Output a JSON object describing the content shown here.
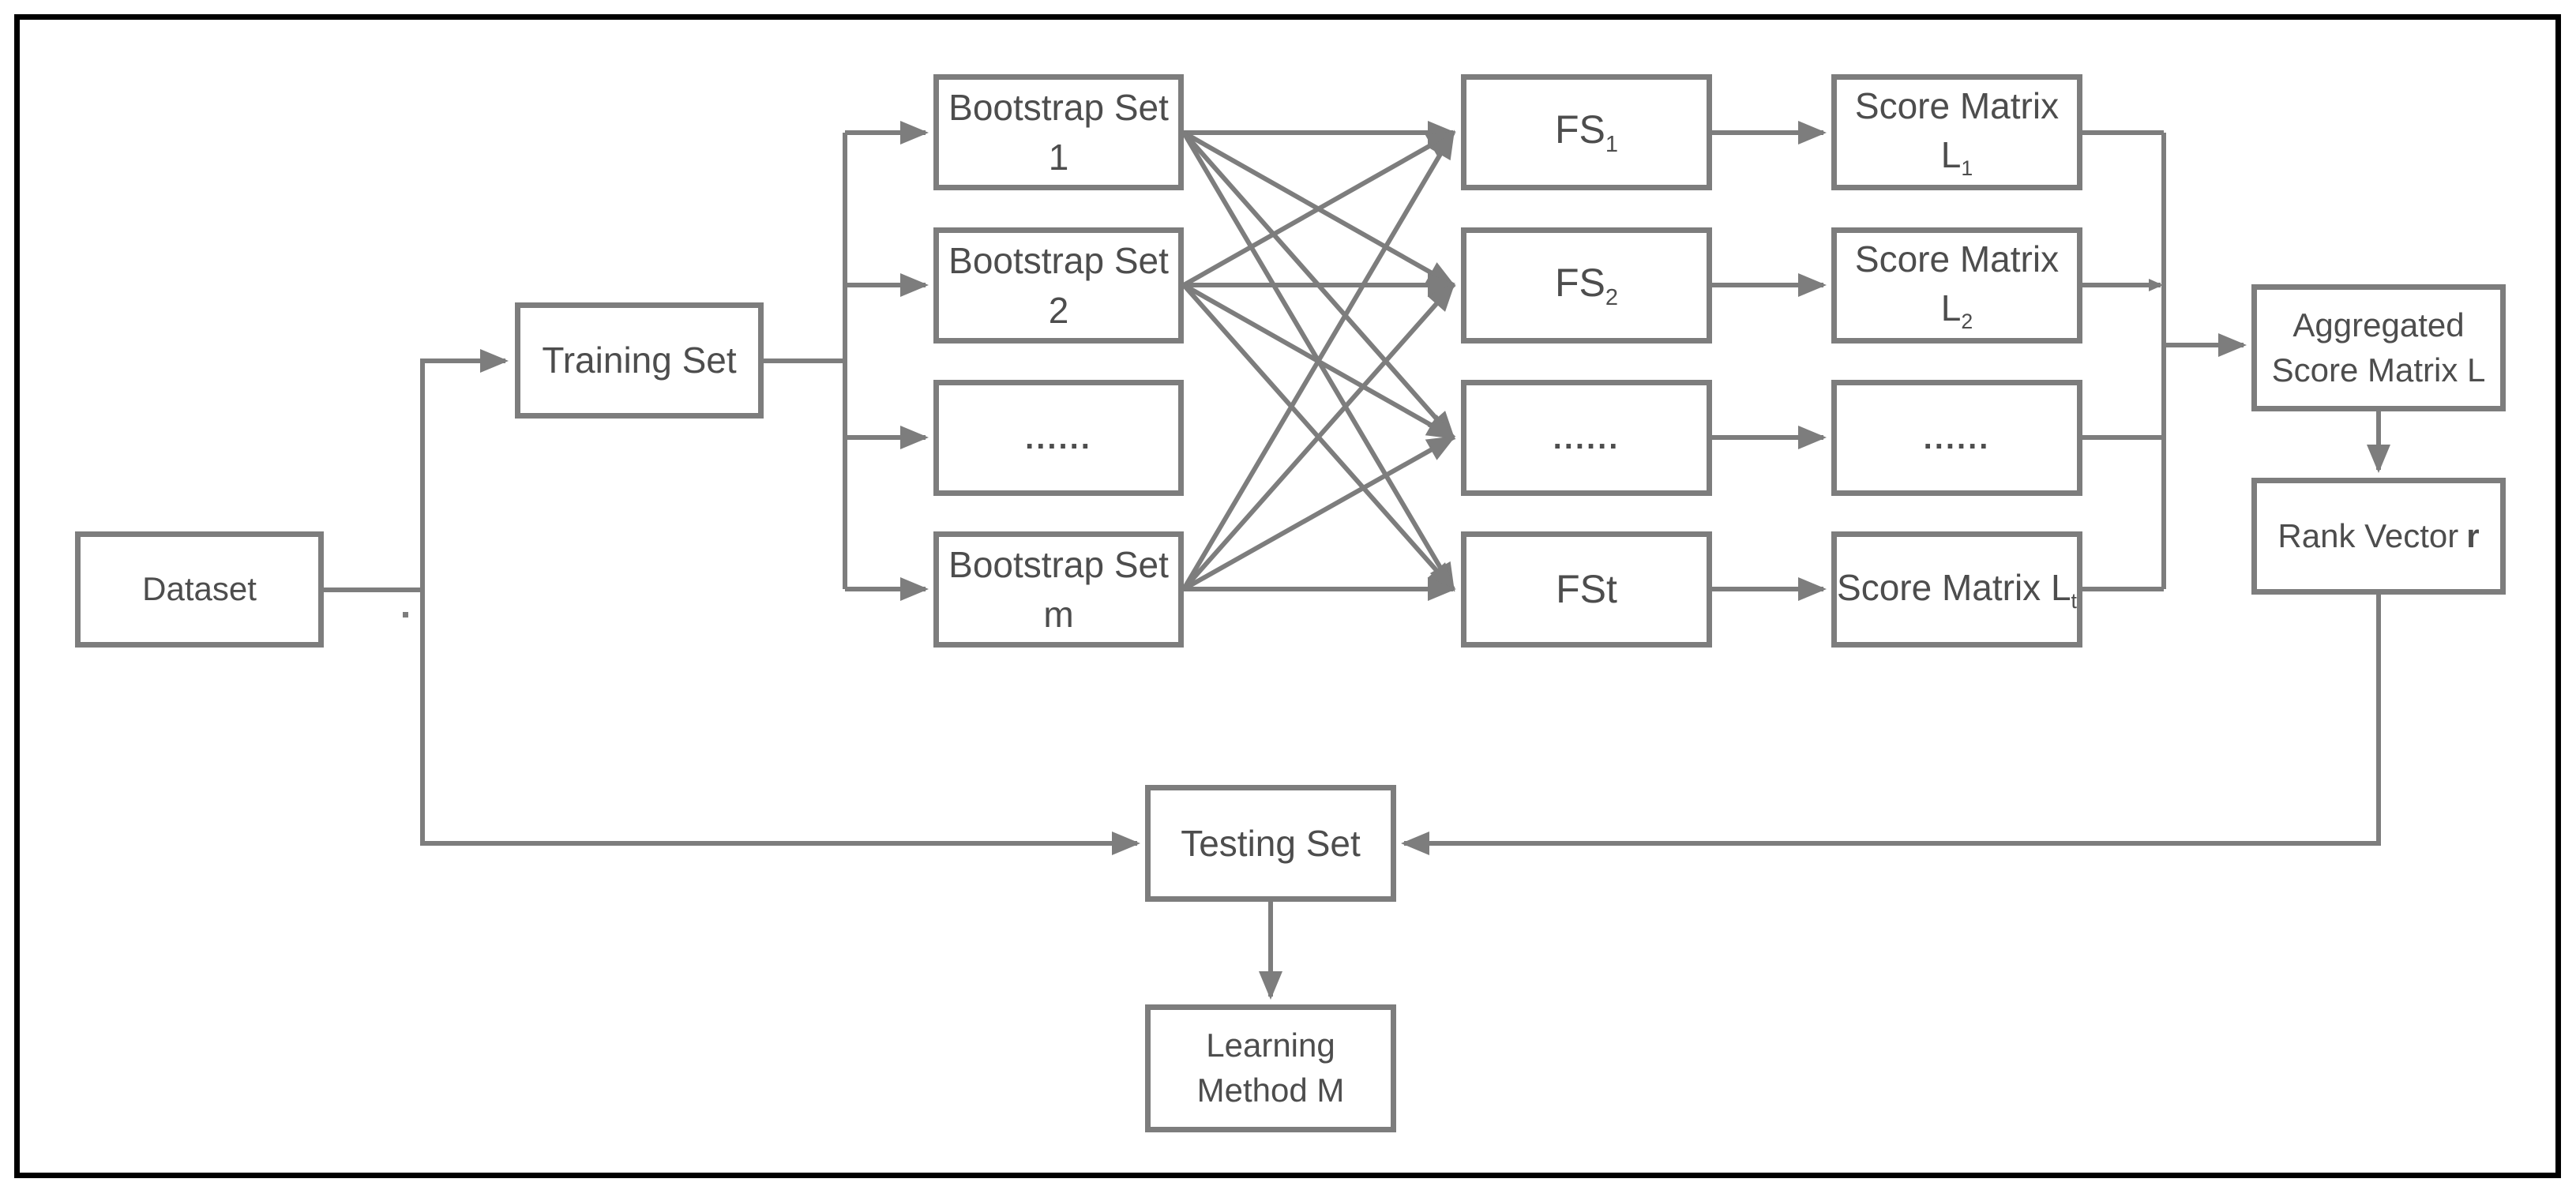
{
  "colors": {
    "line": "#7d7d7d",
    "text": "#4d4d4d",
    "frame": "#000000",
    "background": "#ffffff"
  },
  "nodes": {
    "dataset": {
      "label": "Dataset"
    },
    "training_set": {
      "label": "Training Set"
    },
    "bootstrap_1": {
      "label": "Bootstrap Set 1"
    },
    "bootstrap_2": {
      "label": "Bootstrap Set 2"
    },
    "bootstrap_dots": {
      "label": "......"
    },
    "bootstrap_m": {
      "label": "Bootstrap Set m"
    },
    "fs_1": {
      "text": "FS",
      "sub": "1"
    },
    "fs_2": {
      "text": "FS",
      "sub": "2"
    },
    "fs_dots": {
      "label": "......"
    },
    "fs_t": {
      "label": "FSt"
    },
    "score_1": {
      "text": "Score Matrix L",
      "sub": "1"
    },
    "score_2": {
      "text": "Score Matrix L",
      "sub": "2"
    },
    "score_dots": {
      "label": "......"
    },
    "score_t": {
      "text": "Score Matrix L",
      "sub": "t"
    },
    "aggregated": {
      "line1": "Aggregated",
      "line2": "Score Matrix L"
    },
    "rank_vector": {
      "text": "Rank Vector",
      "bold": "r"
    },
    "testing_set": {
      "label": "Testing Set"
    },
    "learning_method": {
      "line1": "Learning",
      "line2": "Method M"
    }
  }
}
